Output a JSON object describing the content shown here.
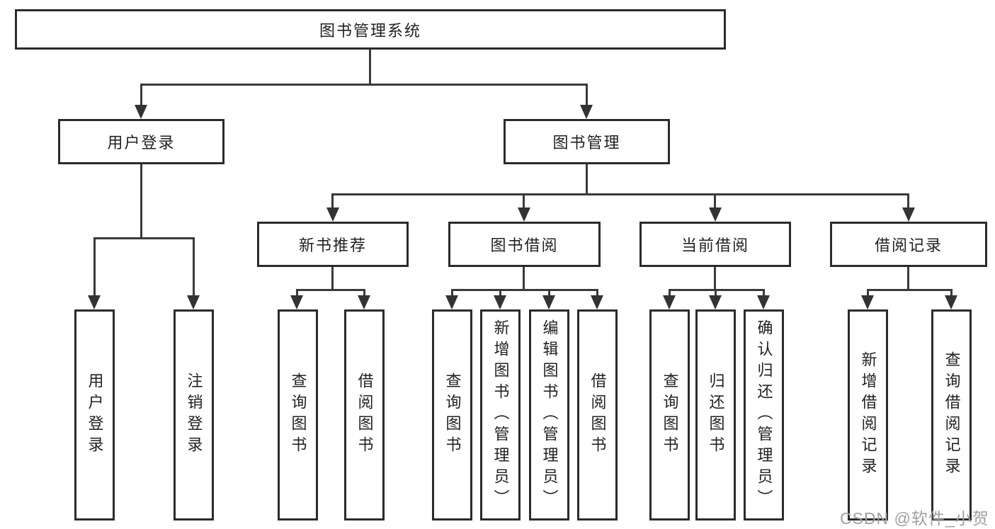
{
  "diagram_title": "图书管理系统",
  "tree": {
    "root": {
      "label": "图书管理系统"
    },
    "branches": [
      {
        "label": "用户登录",
        "children": [
          {
            "label": "用户登录"
          },
          {
            "label": "注销登录"
          }
        ]
      },
      {
        "label": "图书管理",
        "children": [
          {
            "label": "新书推荐",
            "children": [
              {
                "label": "查询图书"
              },
              {
                "label": "借阅图书"
              }
            ]
          },
          {
            "label": "图书借阅",
            "children": [
              {
                "label": "查询图书"
              },
              {
                "label": "新增图书（管理员）"
              },
              {
                "label": "编辑图书（管理员）"
              },
              {
                "label": "借阅图书"
              }
            ]
          },
          {
            "label": "当前借阅",
            "children": [
              {
                "label": "查询图书"
              },
              {
                "label": "归还图书"
              },
              {
                "label": "确认归还（管理员）"
              }
            ]
          },
          {
            "label": "借阅记录",
            "children": [
              {
                "label": "新增借阅记录"
              },
              {
                "label": "查询借阅记录"
              }
            ]
          }
        ]
      }
    ]
  },
  "watermark": "CSDN @软件_小贺同学",
  "colors": {
    "background": "#ffffff",
    "box_border": "#2b2b2b",
    "line": "#3a3a3a",
    "text": "#222222",
    "watermark": "#9f9f9f"
  }
}
